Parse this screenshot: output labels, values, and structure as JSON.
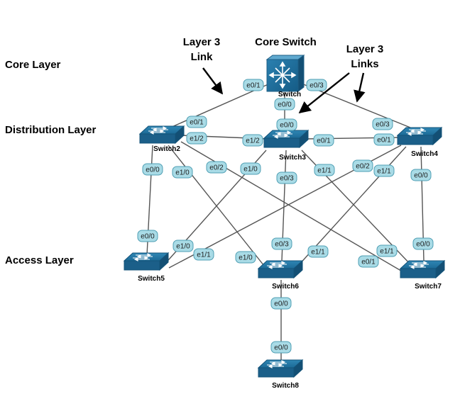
{
  "layers": {
    "core": "Core Layer",
    "distribution": "Distribution Layer",
    "access": "Access Layer"
  },
  "annotations": {
    "layer3_link": [
      "Layer 3",
      "Link"
    ],
    "core_switch": "Core Switch",
    "layer3_links": [
      "Layer 3",
      "Links"
    ]
  },
  "devices": {
    "core": "Switch",
    "switch2": "Switch2",
    "switch3": "Switch3",
    "switch4": "Switch4",
    "switch5": "Switch5",
    "switch6": "Switch6",
    "switch7": "Switch7",
    "switch8": "Switch8"
  },
  "ports": {
    "core_e01": "e0/1",
    "core_e00": "e0/0",
    "core_e03": "e0/3",
    "sw3_e00": "e0/0",
    "sw2_e01": "e0/1",
    "sw2_e12": "e1/2",
    "sw3_e12": "e1/2",
    "sw3_e01": "e0/1",
    "sw4_e03": "e0/3",
    "sw4_e01": "e0/1",
    "sw2_e00": "e0/0",
    "sw2_e10": "e1/0",
    "sw2_e02": "e0/2",
    "sw3_e10": "e1/0",
    "sw3_e03": "e0/3",
    "sw3_e11": "e1/1",
    "sw4_e02": "e0/2",
    "sw4_e11": "e1/1",
    "sw4_e00": "e0/0",
    "sw5_e00": "e0/0",
    "sw5_e10": "e1/0",
    "sw5_e11": "e1/1",
    "sw6_e10": "e1/0",
    "sw6_e03": "e0/3",
    "sw6_e11": "e1/1",
    "sw6_e00": "e0/0",
    "sw7_e11": "e1/1",
    "sw7_e01": "e0/1",
    "sw7_e00": "e0/0",
    "sw8_e00": "e0/0"
  }
}
